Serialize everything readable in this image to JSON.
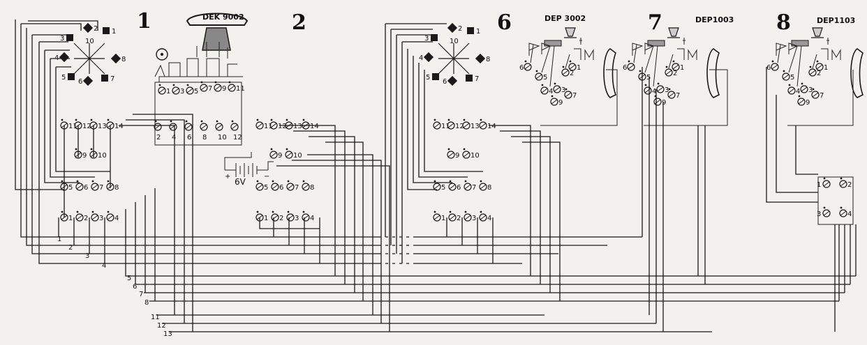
{
  "sections": [
    {
      "id": "1",
      "label": "1",
      "model": "DEK 9002"
    },
    {
      "id": "2",
      "label": "2",
      "model": ""
    },
    {
      "id": "6",
      "label": "6",
      "model": "DEP 3002"
    },
    {
      "id": "7",
      "label": "7",
      "model": "DEP1003"
    },
    {
      "id": "8",
      "label": "8",
      "model": "DEP1103"
    }
  ],
  "battery": {
    "label": "6V",
    "plus": "+",
    "minus": "−"
  },
  "terminals": {
    "block_a": [
      "11",
      "12",
      "13",
      "14",
      "9",
      "10",
      "5",
      "6",
      "7",
      "8",
      "1",
      "2",
      "3",
      "4"
    ],
    "dek_top": [
      "1",
      "3",
      "5",
      "7",
      "9",
      "11"
    ],
    "dek_bottom": [
      "2",
      "4",
      "6",
      "8",
      "10",
      "12"
    ],
    "selector": [
      "1",
      "2",
      "3",
      "4",
      "5",
      "6",
      "7",
      "8",
      "10"
    ],
    "dep_set": [
      "6",
      "5",
      "4",
      "3",
      "9",
      "2",
      "1",
      "7"
    ],
    "junction": [
      "1",
      "2",
      "3",
      "4"
    ]
  },
  "line_labels": [
    "1",
    "2",
    "3",
    "4",
    "5",
    "6",
    "7",
    "8",
    "11",
    "12",
    "13"
  ],
  "colors": {
    "ink": "#1a1a1a",
    "paper": "#f2f1ee"
  }
}
